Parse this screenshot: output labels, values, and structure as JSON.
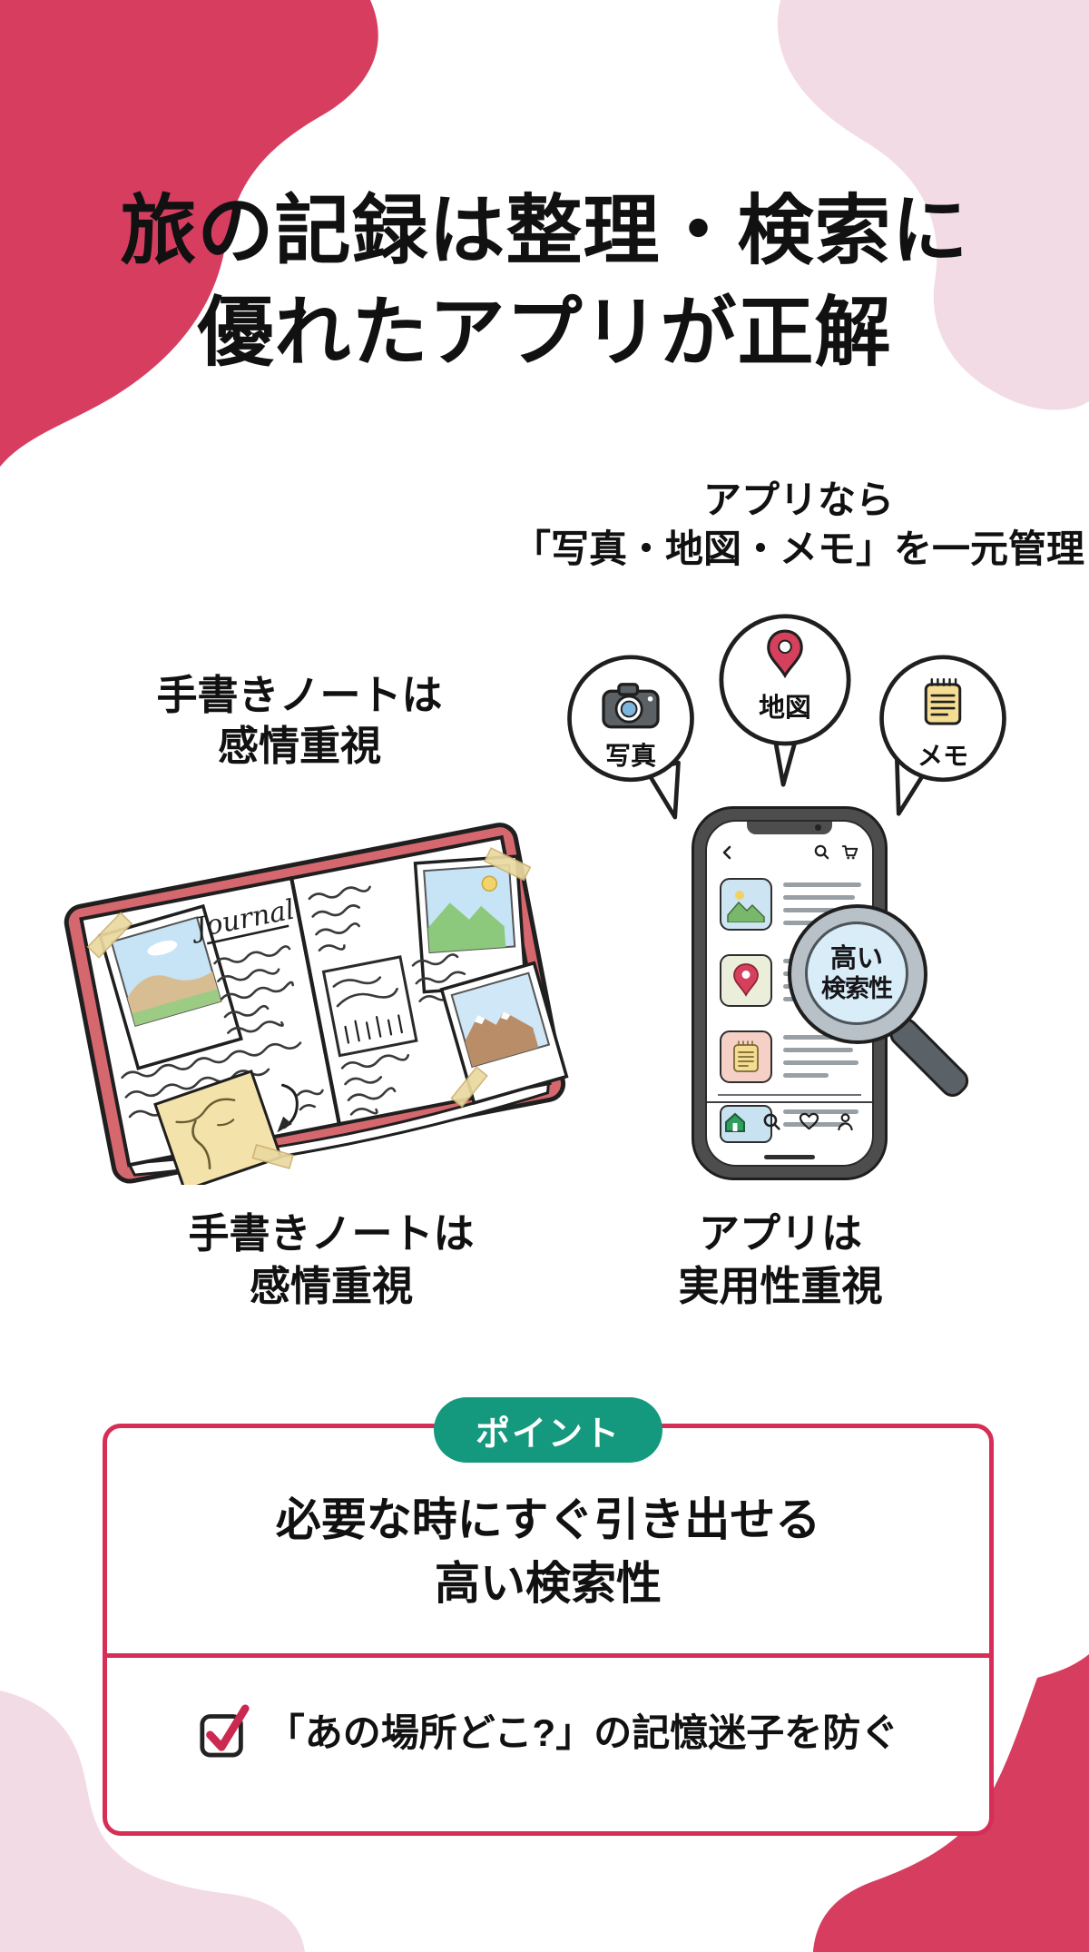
{
  "colors": {
    "crimson": "#d63d5f",
    "light_pink": "#f3dbe6",
    "teal": "#14997e",
    "phone_frame": "#4d4d4d",
    "lens_blue": "#d9edf8"
  },
  "title": {
    "line1": "旅の記録は整理・検索に",
    "line2": "優れたアプリが正解"
  },
  "handwritten_side": {
    "label_line1": "手書きノートは",
    "label_line2": "感情重視",
    "journal_title": "Journal",
    "caption_line1": "手書きノートは",
    "caption_line2": "感情重視"
  },
  "app_side": {
    "subtitle_line1": "アプリなら",
    "subtitle_line2": "「写真・地図・メモ」を一元管理",
    "bubbles": [
      {
        "label": "写真",
        "icon": "camera-icon"
      },
      {
        "label": "地図",
        "icon": "map-pin-icon"
      },
      {
        "label": "メモ",
        "icon": "memo-icon"
      }
    ],
    "magnifier_line1": "高い",
    "magnifier_line2": "検索性",
    "caption_line1": "アプリは",
    "caption_line2": "実用性重視"
  },
  "phone": {
    "icons": {
      "top_left": "chevron-back-icon",
      "top_right": [
        "search-icon",
        "cart-icon"
      ],
      "bottom_nav": [
        "home-icon",
        "search-icon",
        "heart-icon",
        "profile-icon"
      ]
    }
  },
  "point_box": {
    "badge": "ポイント",
    "line1": "必要な時にすぐ引き出せる",
    "line2": "高い検索性",
    "check_text": "「あの場所どこ?」の記憶迷子を防ぐ"
  }
}
